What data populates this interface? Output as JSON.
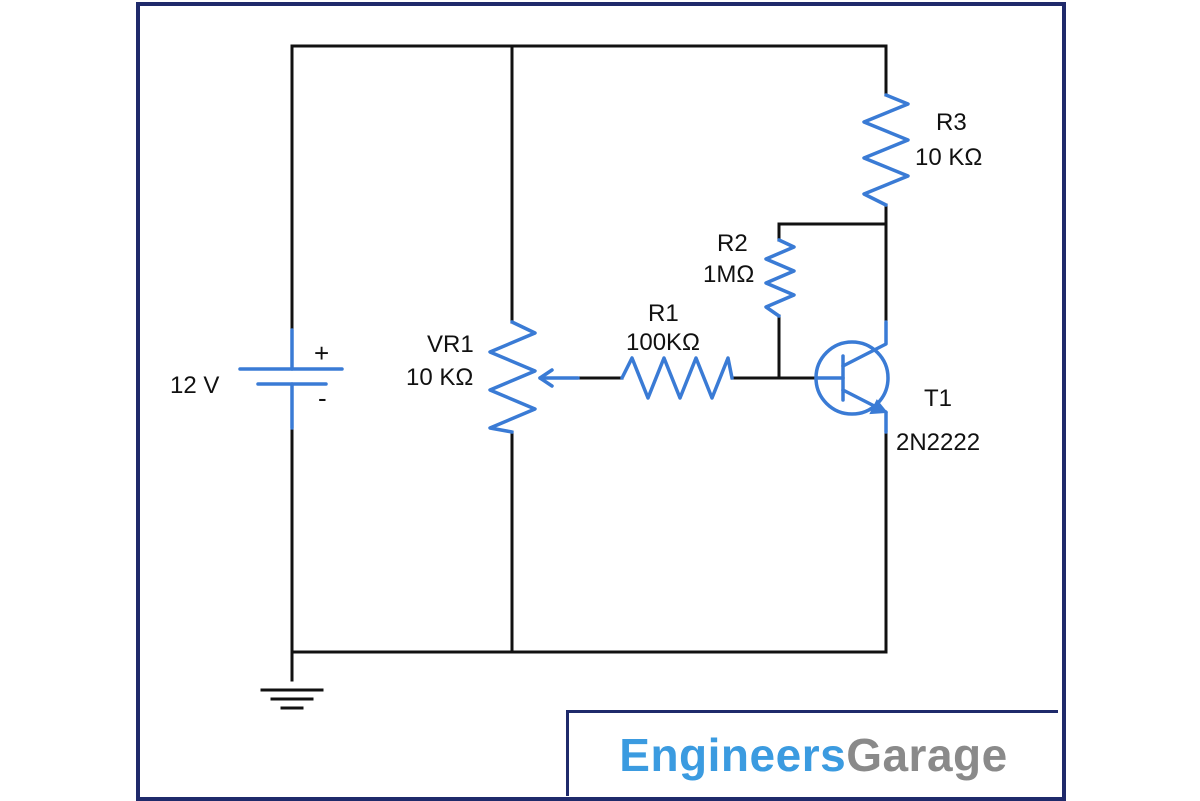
{
  "battery": {
    "voltage_label": "12 V",
    "plus_label": "+",
    "minus_label": "-"
  },
  "vr1": {
    "name": "VR1",
    "value": "10 KΩ"
  },
  "r1": {
    "name": "R1",
    "value": "100KΩ"
  },
  "r2": {
    "name": "R2",
    "value": "1MΩ"
  },
  "r3": {
    "name": "R3",
    "value": "10 KΩ"
  },
  "t1": {
    "name": "T1",
    "part": "2N2222"
  },
  "logo": {
    "part1": "Engineers",
    "part2": "Garage"
  },
  "colors": {
    "component": "#3a7bd5",
    "wire": "#111111",
    "frame": "#1f2a6b",
    "logo_blue": "#3b9be0",
    "logo_gray": "#8a8a8a"
  }
}
